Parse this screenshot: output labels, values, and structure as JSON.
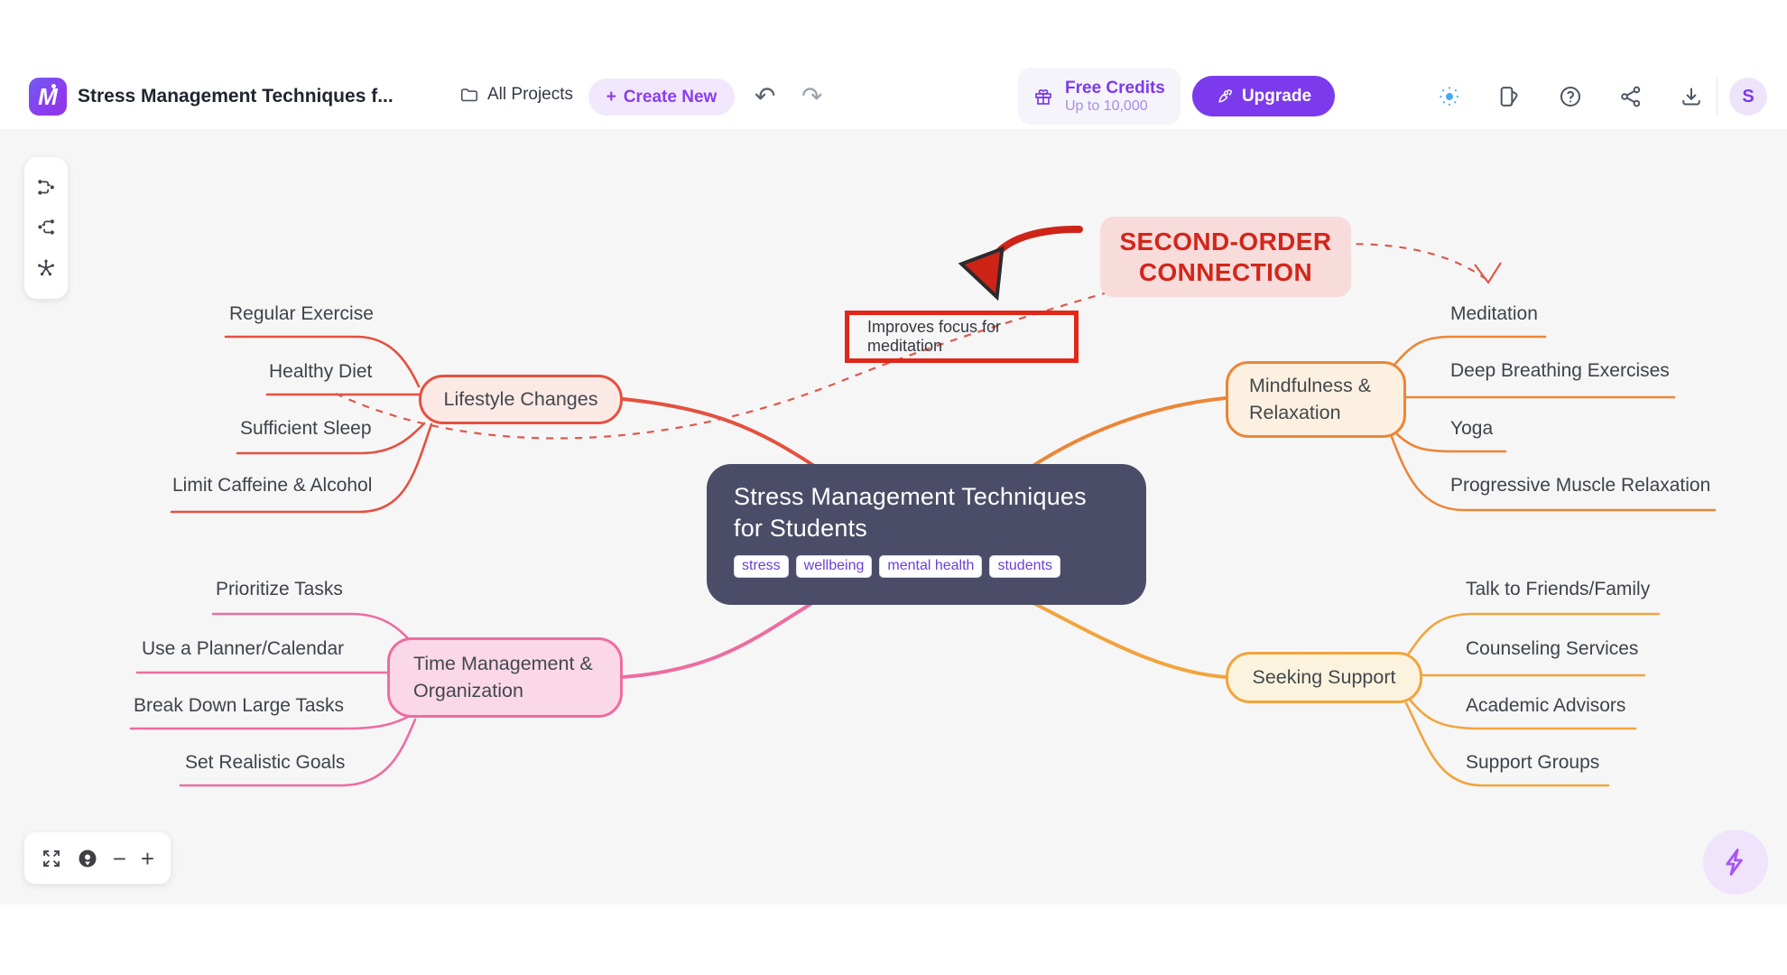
{
  "header": {
    "app_title": "Stress Management Techniques f...",
    "all_projects": "All Projects",
    "create_new": "Create New",
    "credits": {
      "title": "Free Credits",
      "subtitle": "Up to 10,000"
    },
    "upgrade": "Upgrade",
    "avatar_initial": "S",
    "icons": {
      "undo": "↶",
      "redo": "↷",
      "create_plus": "+"
    }
  },
  "canvas": {
    "center_node": {
      "title": "Stress Management Techniques for Students",
      "tags": [
        "stress",
        "wellbeing",
        "mental health",
        "students"
      ],
      "bg_color": "#4b4d68"
    },
    "branches": [
      {
        "label": "Lifestyle Changes",
        "color": "#e4513f",
        "fill": "#fbe9e5",
        "children": [
          "Regular Exercise",
          "Healthy Diet",
          "Sufficient Sleep",
          "Limit Caffeine & Alcohol"
        ]
      },
      {
        "label": "Time Management & Organization",
        "color": "#ee6ca1",
        "fill": "#fbd8e7",
        "children": [
          "Prioritize Tasks",
          "Use a Planner/Calendar",
          "Break Down Large Tasks",
          "Set Realistic Goals"
        ]
      },
      {
        "label": "Mindfulness & Relaxation",
        "color": "#ec8636",
        "fill": "#fcf0e0",
        "children": [
          "Meditation",
          "Deep Breathing Exercises",
          "Yoga",
          "Progressive Muscle Relaxation"
        ]
      },
      {
        "label": "Seeking Support",
        "color": "#f2a43b",
        "fill": "#fcf3de",
        "children": [
          "Talk to Friends/Family",
          "Counseling Services",
          "Academic Advisors",
          "Support Groups"
        ]
      }
    ],
    "connection": {
      "label": "Improves focus for meditation",
      "highlight_color": "#e02718",
      "line_color": "#e0584b"
    },
    "annotation": {
      "line1": "SECOND-ORDER",
      "line2": "CONNECTION",
      "color": "#d2261a",
      "bg": "#f8dbdb"
    },
    "controls": {
      "minus": "−",
      "plus": "+"
    }
  }
}
